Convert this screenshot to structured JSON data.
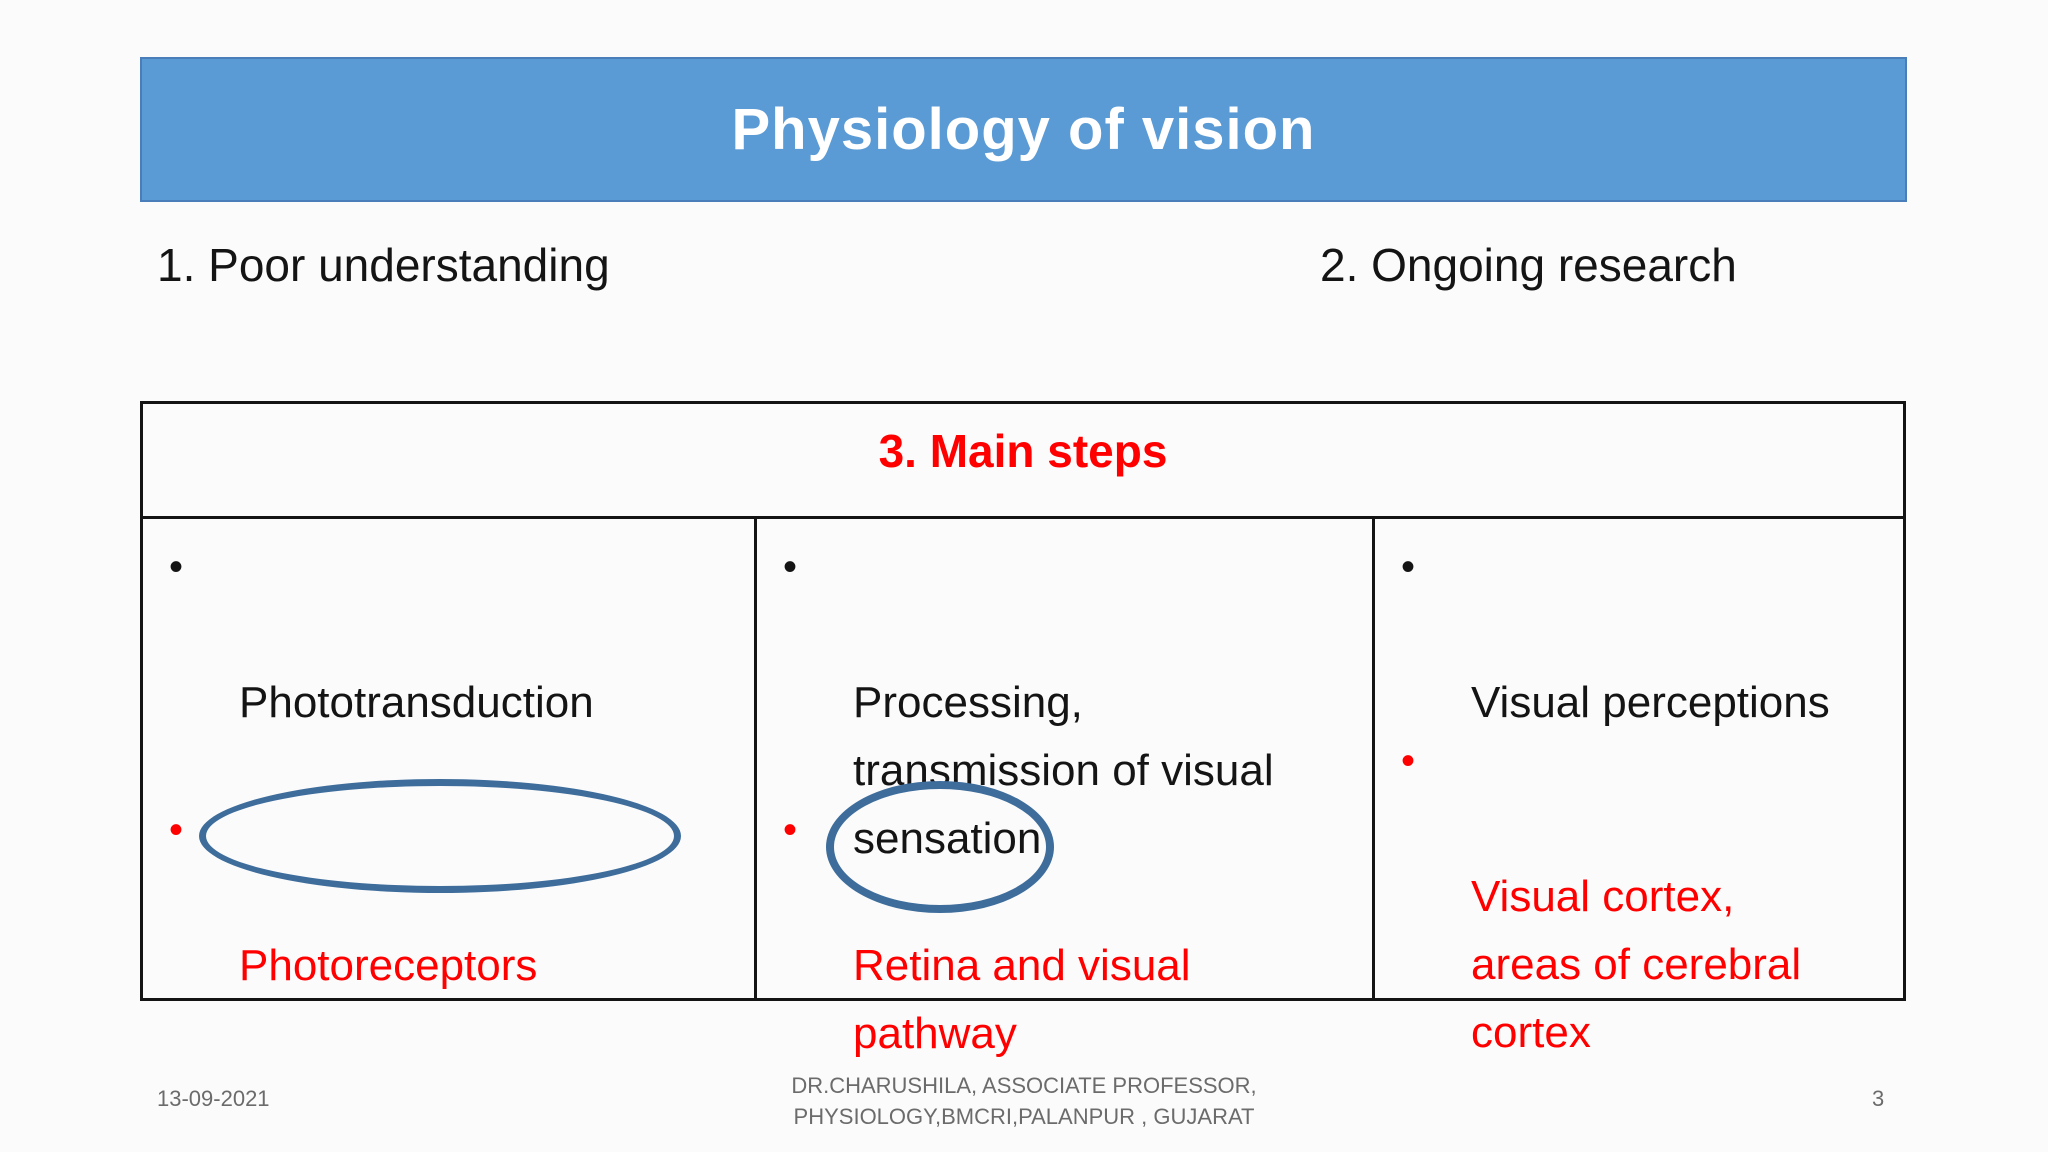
{
  "slide": {
    "title": "Physiology of vision",
    "bullet_glyph": "•",
    "points": [
      {
        "label": "1. Poor understanding"
      },
      {
        "label": "2. Ongoing research"
      }
    ],
    "table": {
      "header": "3. Main steps",
      "columns": [
        {
          "items": [
            {
              "text": "Phototransduction",
              "color": "black"
            },
            {
              "text": "Photoreceptors",
              "color": "red",
              "annotation": "blue ellipse around word"
            }
          ]
        },
        {
          "items": [
            {
              "text": "Processing,\ntransmission of visual\nsensation",
              "color": "black"
            },
            {
              "text": "Retina and visual\npathway",
              "color": "red",
              "annotation": "blue ellipse around Retina"
            }
          ]
        },
        {
          "items": [
            {
              "text": "Visual perceptions",
              "color": "black"
            },
            {
              "text": "Visual cortex,\nareas of cerebral\ncortex",
              "color": "red"
            }
          ]
        }
      ]
    },
    "footer": {
      "date": "13-09-2021",
      "credit_line1": "DR.CHARUSHILA, ASSOCIATE PROFESSOR,",
      "credit_line2": "PHYSIOLOGY,BMCRI,PALANPUR , GUJARAT",
      "page_number": "3"
    },
    "colors": {
      "banner_blue": "#5B9BD5",
      "banner_border": "#4A7EBB",
      "accent_red": "#FF0000",
      "ellipse_blue": "#3E6D9C",
      "footer_gray": "#6b6b6b"
    }
  }
}
